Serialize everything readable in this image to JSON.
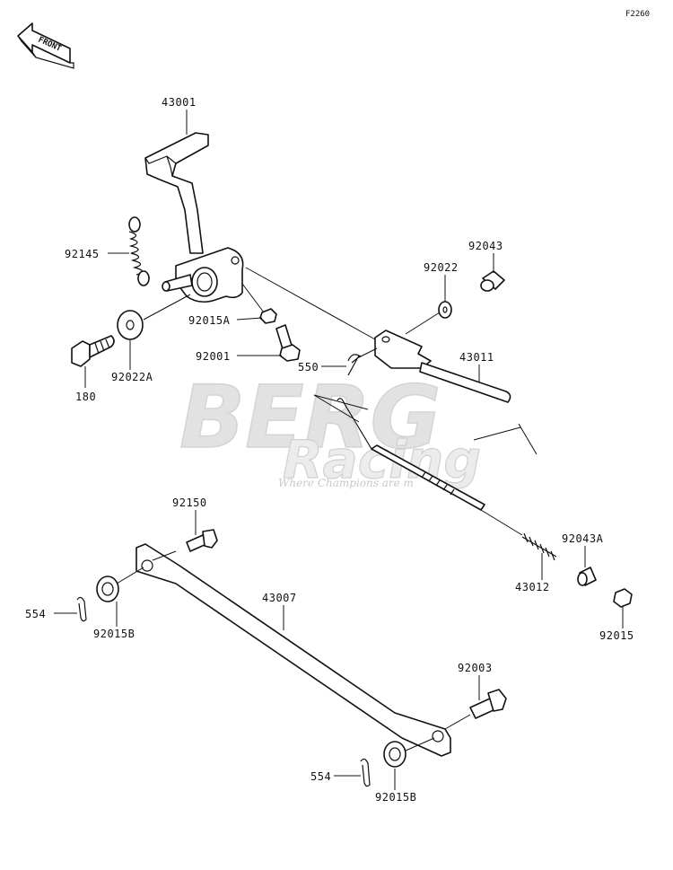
{
  "diagram_code": "F2260",
  "front_arrow_label": "FRONT",
  "watermark": {
    "brand": "BERG",
    "sub": "Racing",
    "tagline": "Where Champions are m"
  },
  "labels": {
    "p43001": "43001",
    "p92145": "92145",
    "p92015A": "92015A",
    "p92001": "92001",
    "p180": "180",
    "p92022A": "92022A",
    "p92043": "92043",
    "p92022": "92022",
    "p550": "550",
    "p43011": "43011",
    "p43012": "43012",
    "p92043A": "92043A",
    "p92015": "92015",
    "p92150": "92150",
    "p43007": "43007",
    "p554a": "554",
    "p92015Ba": "92015B",
    "p92003": "92003",
    "p554b": "554",
    "p92015Bb": "92015B"
  }
}
